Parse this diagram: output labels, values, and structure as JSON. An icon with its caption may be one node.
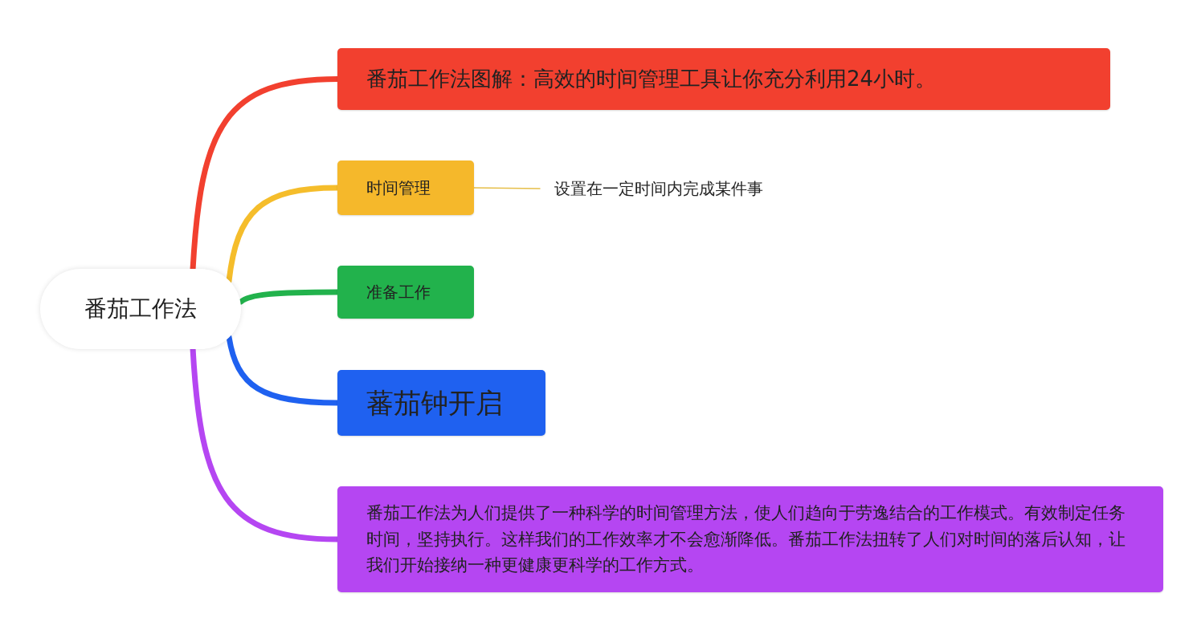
{
  "diagram": {
    "nodes": [
      {
        "text": [
          "番茄工作法"
        ]
      },
      {
        "text": [
          "番茄工作法图解：高效的时间管理工具让你充分利用24小时。"
        ]
      },
      {
        "text": [
          "时间管理"
        ]
      },
      {
        "text": [
          "设置在一定时间内完成某件事"
        ]
      },
      {
        "text": [
          "准备工作"
        ]
      },
      {
        "text": [
          "蕃茄钟开启"
        ]
      },
      {
        "text": [
          "番茄工作法为人们提供了一种科学的时间管理方法，使人们趋向于劳逸结合的工作模式。有效制定任务时间，坚持执行。这样我们的工作效率才不会愈渐降低。番茄工作法扭转了人们对时间的落后认知，让我们开始接纳一种更健康更科学的工作方式。"
        ]
      }
    ],
    "edges": [
      {
        "from": 0,
        "to": 1,
        "arrow": "none",
        "color": "#f2402f"
      },
      {
        "from": 0,
        "to": 2,
        "arrow": "none",
        "color": "#f5bd2b"
      },
      {
        "from": 2,
        "to": 3,
        "arrow": "none",
        "color": "#e6bf4a"
      },
      {
        "from": 0,
        "to": 4,
        "arrow": "none",
        "color": "#22b24c"
      },
      {
        "from": 0,
        "to": 5,
        "arrow": "none",
        "color": "#1f61f0"
      },
      {
        "from": 0,
        "to": 6,
        "arrow": "none",
        "color": "#b546f2"
      }
    ]
  }
}
